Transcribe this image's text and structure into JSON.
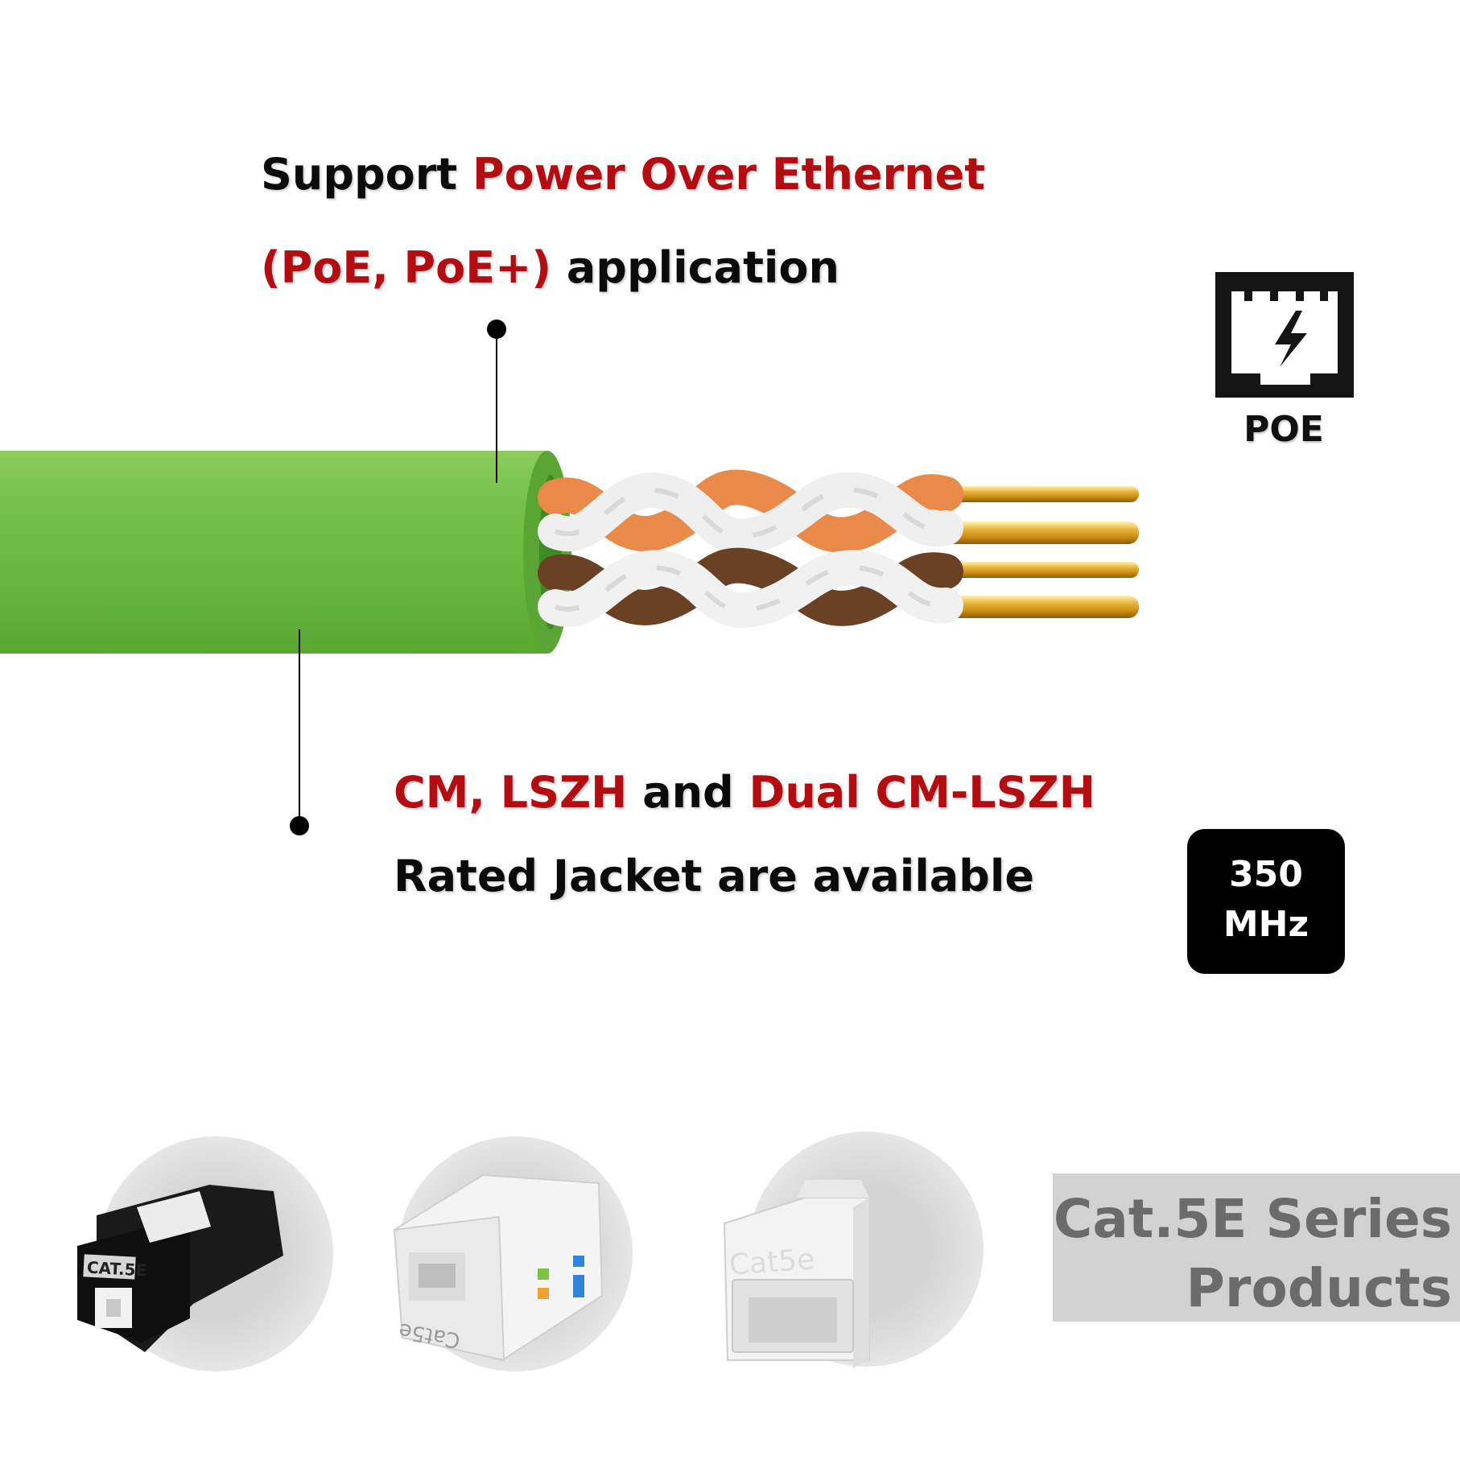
{
  "callout_top": {
    "line1_prefix": "Support",
    "line1_highlight": "Power Over Ethernet",
    "line2_highlight": "(PoE, PoE+)",
    "line2_suffix": "application"
  },
  "callout_bottom": {
    "line1_part1": "CM, LSZH",
    "line1_and": "and",
    "line1_part2": "Dual CM-LSZH",
    "line2": "Rated Jacket are available"
  },
  "poe_badge": {
    "label": "POE",
    "icon": "poe-lightning-icon"
  },
  "frequency_badge": {
    "value": "350",
    "unit": "MHz"
  },
  "products": {
    "title_line1": "Cat.5E Series",
    "title_line2": "Products",
    "items": [
      {
        "name": "black-keystone-jack",
        "print": "CAT.5E"
      },
      {
        "name": "white-keystone-jack",
        "print": "Cat5e"
      },
      {
        "name": "keystone-coupler",
        "print": "Cat5e"
      }
    ]
  },
  "colors": {
    "highlight_red": "#b30d12",
    "jacket_green": "#6cbe45",
    "badge_black": "#000000",
    "series_box_gray": "#d2d2d2",
    "series_text_gray": "#6b6b6b"
  }
}
